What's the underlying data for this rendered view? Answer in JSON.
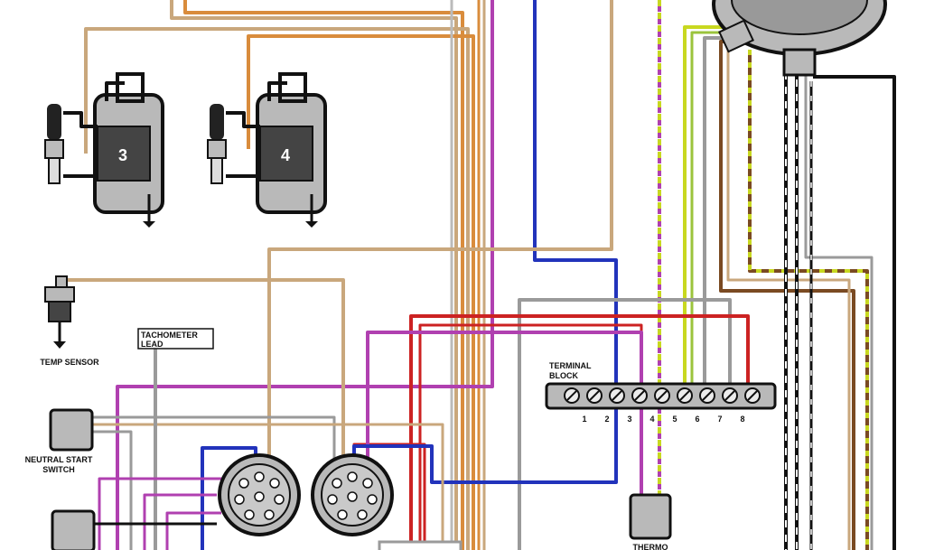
{
  "labels": {
    "temp_sensor": "TEMP SENSOR",
    "tachometer_line1": "TACHOMETER",
    "tachometer_line2": "LEAD",
    "neutral_line1": "NEUTRAL START",
    "neutral_line2": "SWITCH",
    "terminal_line1": "TERMINAL",
    "terminal_line2": "BLOCK",
    "thermo": "THERMO",
    "coil_3": "3",
    "coil_4": "4"
  },
  "terminal_numbers": [
    "1",
    "2",
    "3",
    "4",
    "5",
    "6",
    "7",
    "8"
  ],
  "colors": {
    "tan": "#c9a77c",
    "orange": "#d98c3c",
    "brown": "#7a4a22",
    "red": "#cc2222",
    "purple": "#b040b0",
    "blue": "#2233bb",
    "black": "#111111",
    "gray": "#9a9a9a",
    "yellow": "#c8d820",
    "green": "#9bc43c",
    "component_gray": "#b9b9b9"
  }
}
